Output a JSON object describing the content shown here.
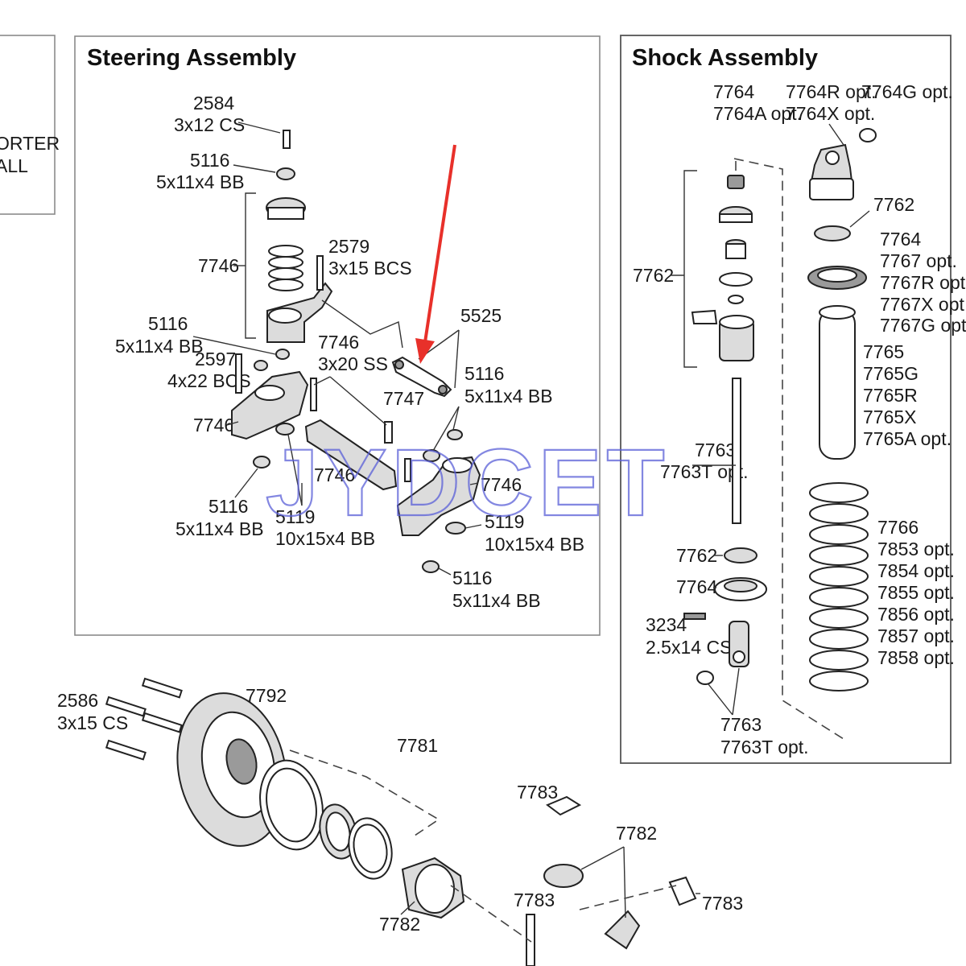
{
  "steering": {
    "title": "Steering Assembly",
    "labels": [
      "2584",
      "3x12 CS",
      "5116",
      "5x11x4 BB",
      "7746",
      "2579",
      "3x15 BCS",
      "5116",
      "5x11x4 BB",
      "7746",
      "3x20 SS",
      "5525",
      "2597",
      "4x22 BCS",
      "5116",
      "5x11x4 BB",
      "7747",
      "7746",
      "7746",
      "7746",
      "5116",
      "5x11x4 BB",
      "5119",
      "10x15x4 BB",
      "5119",
      "10x15x4 BB",
      "5116",
      "5x11x4 BB"
    ]
  },
  "shock": {
    "title": "Shock Assembly",
    "labels": [
      "7764",
      "7764A opt.",
      "7764R opt.",
      "7764X opt.",
      "7764G opt.",
      "7762",
      "7762",
      "7764",
      "7767 opt.",
      "7767R opt.",
      "7767X opt.",
      "7767G opt.",
      "7765",
      "7765G",
      "7765R",
      "7765X",
      "7765A opt.",
      "7763",
      "7763T opt.",
      "7762",
      "7764",
      "3234",
      "2.5x14 CS",
      "7766",
      "7853 opt.",
      "7854 opt.",
      "7855 opt.",
      "7856 opt.",
      "7857 opt.",
      "7858 opt.",
      "7763",
      "7763T opt."
    ]
  },
  "left_panel": {
    "lines": [
      "ORTER",
      "ALL"
    ]
  },
  "differential": {
    "labels": [
      "2586",
      "3x15 CS",
      "7792",
      "7781",
      "7783",
      "7782",
      "7783",
      "7782",
      "7783"
    ]
  },
  "watermark": "JYDCET",
  "colors": {
    "arrow": "#e8302a",
    "watermark": "#5a5fd8",
    "frame": "#8a8a8a"
  }
}
